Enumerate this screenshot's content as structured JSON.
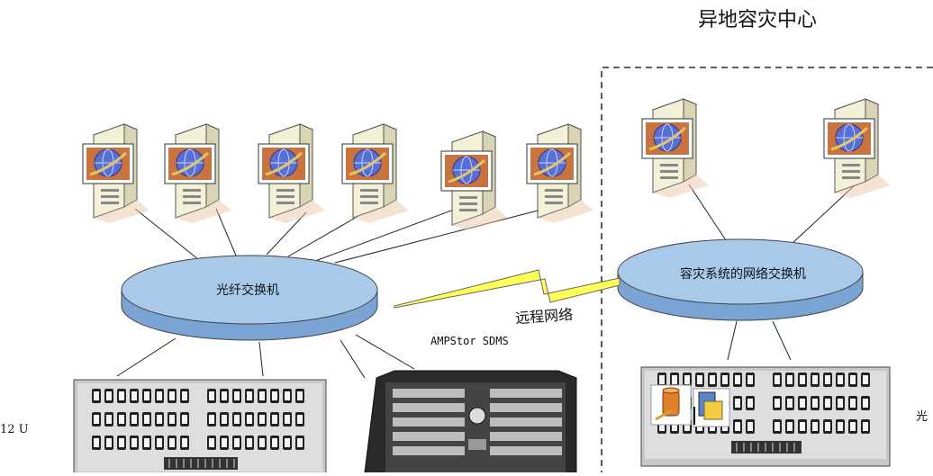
{
  "title": "异地容灾中心",
  "primary_switch_label": "光纤交换机",
  "dr_switch_label": "容灾系统的网络交换机",
  "link_label": "远程网络",
  "appliance_label": "AMPStor SDMS",
  "rack_unit_label": "12 U",
  "right_edge_label": "光",
  "colors": {
    "switch_fill": "#a9c9ea",
    "switch_side": "#7aa4d4",
    "bolt_fill": "#ffff55",
    "server_body": "#f3f0d8",
    "screen_bg": "#c77440",
    "globe": "#5a6fd6",
    "dashed_border": "#000000"
  },
  "icons": [
    "server-icon",
    "globe-icon",
    "storage-array-icon",
    "rack-server-icon",
    "lightning-icon",
    "database-icon",
    "disk-icon"
  ]
}
